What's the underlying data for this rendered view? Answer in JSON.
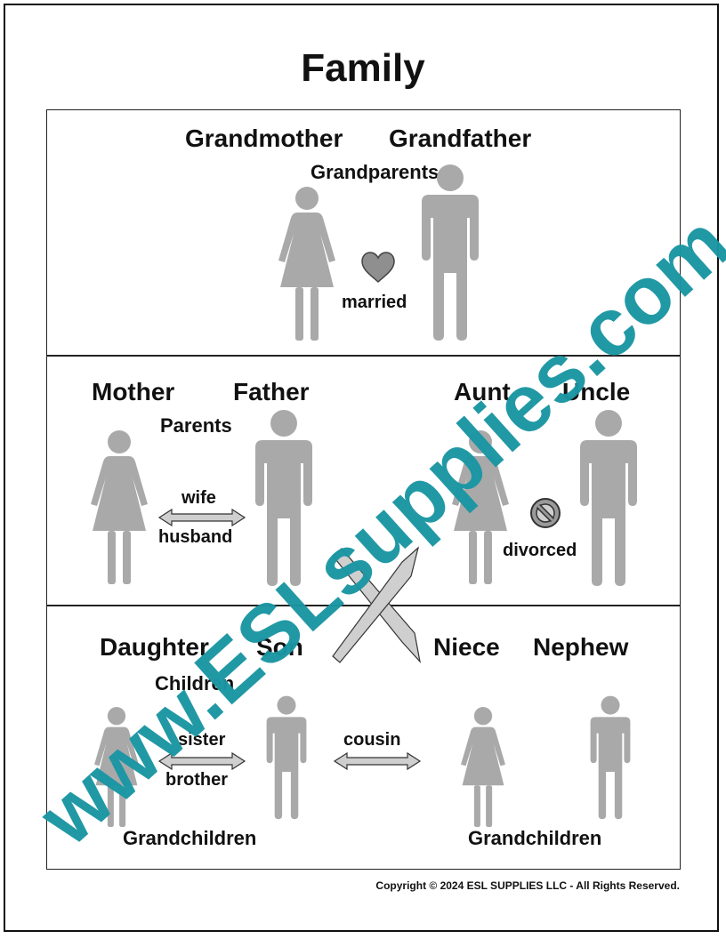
{
  "title": "Family",
  "section1": {
    "grandmother": "Grandmother",
    "grandfather": "Grandfather",
    "group": "Grandparents",
    "relation": "married"
  },
  "section2": {
    "mother": "Mother",
    "father": "Father",
    "group": "Parents",
    "relation_top": "wife",
    "relation_bottom": "husband",
    "aunt": "Aunt",
    "uncle": "Uncle",
    "aunt_relation": "divorced"
  },
  "section3": {
    "daughter": "Daughter",
    "son": "Son",
    "group": "Children",
    "relation_top": "sister",
    "relation_bottom": "brother",
    "niece": "Niece",
    "nephew": "Nephew",
    "cousin": "cousin",
    "left_group": "Grandchildren",
    "right_group": "Grandchildren"
  },
  "copyright": "Copyright © 2024 ESL SUPPLIES LLC - All Rights Reserved.",
  "watermark": "www.ESLsupplies.com",
  "colors": {
    "figure": "#a9a9a9",
    "heart": "#8f8f8f",
    "watermark": "#1a96a3",
    "arrow_fill": "#cfcfcf"
  }
}
